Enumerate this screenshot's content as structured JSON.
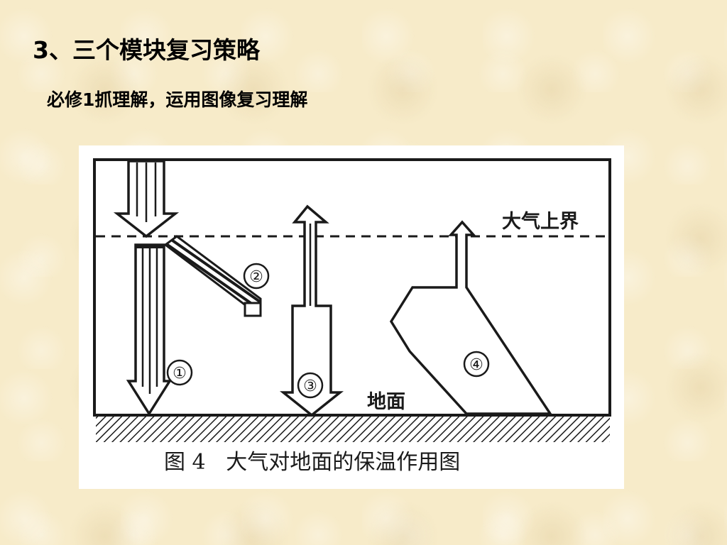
{
  "slide": {
    "title": "3、三个模块复习策略",
    "subtitle": "必修1抓理解，运用图像复习理解"
  },
  "diagram": {
    "labels": {
      "upper_boundary": "大气上界",
      "ground": "地面",
      "arrow1": "①",
      "arrow2": "②",
      "arrow3": "③",
      "arrow4": "④"
    },
    "caption": "图 4   大气对地面的保温作用图",
    "colors": {
      "ink": "#1a1a1a",
      "paper": "#ffffff"
    }
  }
}
